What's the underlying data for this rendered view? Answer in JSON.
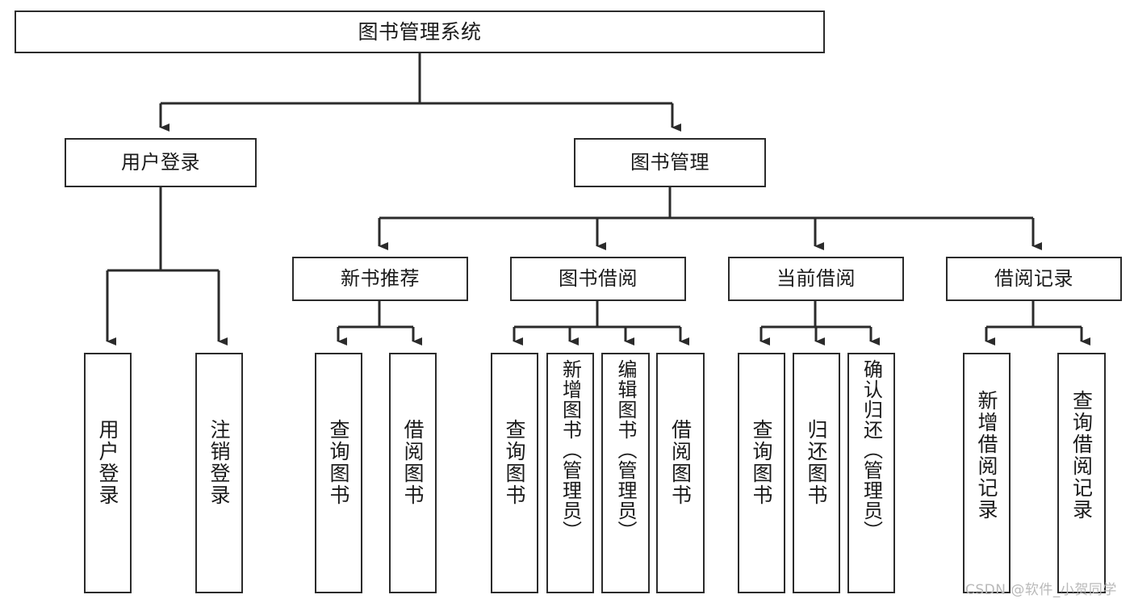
{
  "diagram": {
    "title": "图书管理系统",
    "type": "tree",
    "nodes": {
      "root": {
        "label": "图书管理系统"
      },
      "level2": [
        {
          "id": "user-login",
          "label": "用户登录"
        },
        {
          "id": "book-manage",
          "label": "图书管理"
        }
      ],
      "level3": [
        {
          "id": "new-book-rec",
          "label": "新书推荐"
        },
        {
          "id": "book-borrow",
          "label": "图书借阅"
        },
        {
          "id": "current-borrow",
          "label": "当前借阅"
        },
        {
          "id": "borrow-record",
          "label": "借阅记录"
        }
      ],
      "leaves": {
        "user_login": [
          {
            "id": "leaf-user-login",
            "label": "用户登录"
          },
          {
            "id": "leaf-logout",
            "label": "注销登录"
          }
        ],
        "new_book_rec": [
          {
            "id": "leaf-query-book-1",
            "label": "查询图书"
          },
          {
            "id": "leaf-borrow-book-1",
            "label": "借阅图书"
          }
        ],
        "book_borrow": [
          {
            "id": "leaf-query-book-2",
            "label": "查询图书"
          },
          {
            "id": "leaf-add-book",
            "label": "新增图书（管理员）"
          },
          {
            "id": "leaf-edit-book",
            "label": "编辑图书（管理员）"
          },
          {
            "id": "leaf-borrow-book-2",
            "label": "借阅图书"
          }
        ],
        "current_borrow": [
          {
            "id": "leaf-query-book-3",
            "label": "查询图书"
          },
          {
            "id": "leaf-return-book",
            "label": "归还图书"
          },
          {
            "id": "leaf-confirm-return",
            "label": "确认归还（管理员）"
          }
        ],
        "borrow_record": [
          {
            "id": "leaf-add-record",
            "label": "新增借阅记录"
          },
          {
            "id": "leaf-query-record",
            "label": "查询借阅记录"
          }
        ]
      }
    },
    "watermark": "CSDN @软件_小贺同学",
    "colors": {
      "stroke": "#2b2b2b",
      "background": "#ffffff",
      "text": "#1a1a1a",
      "watermark": "#b9b9b9"
    }
  }
}
